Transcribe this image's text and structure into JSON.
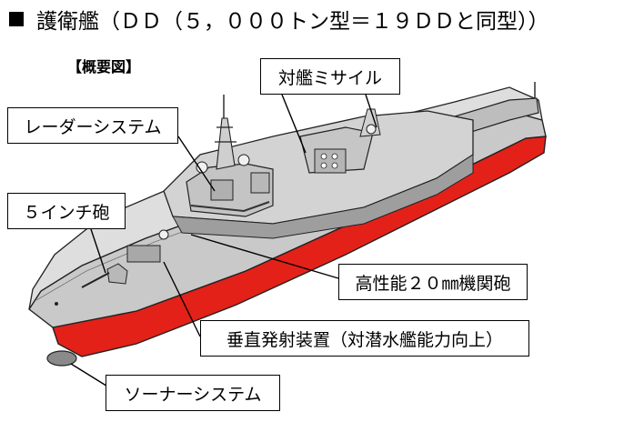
{
  "title": "護衛艦（ＤＤ（５，０００トン型＝１９ＤＤと同型））",
  "subtitle": "【概要図】",
  "callouts": {
    "missile": "対艦ミサイル",
    "radar": "レーダーシステム",
    "gun": "５インチ砲",
    "ciws": "高性能２０㎜機関砲",
    "vls": "垂直発射装置（対潜水艦能力向上）",
    "sonar": "ソーナーシステム"
  },
  "colors": {
    "hull_red": "#e32119",
    "hull_gray": "#c9c9c9",
    "deck_gray": "#dedede",
    "superstructure": "#d3d3d3",
    "outline": "#222222"
  }
}
